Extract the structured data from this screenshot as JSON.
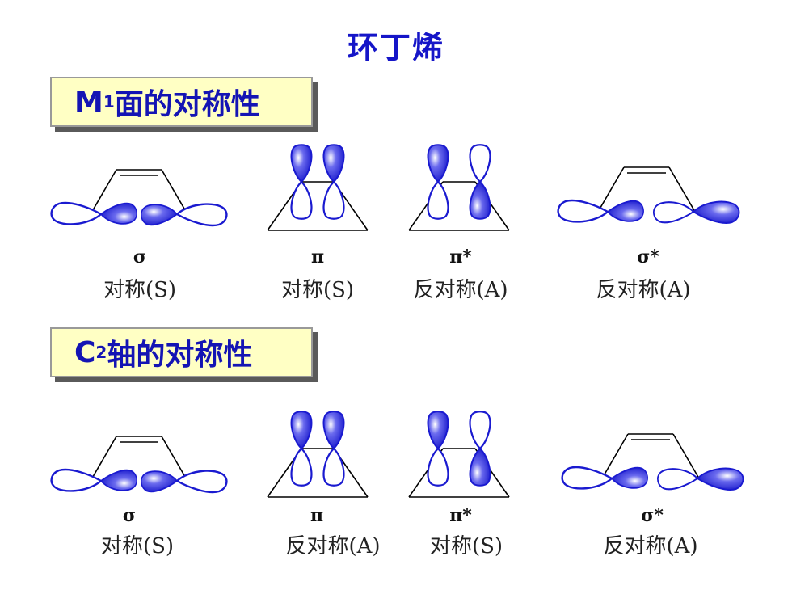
{
  "title": "环丁烯",
  "section1": {
    "heading_main": "M",
    "heading_sub": "1",
    "heading_rest": "面的对称性",
    "items": [
      {
        "symbol": "σ",
        "label": "对称(S)"
      },
      {
        "symbol": "π",
        "label": "对称(S)"
      },
      {
        "symbol": "π*",
        "label": "反对称(A)"
      },
      {
        "symbol": "σ*",
        "label": "反对称(A)"
      }
    ]
  },
  "section2": {
    "heading_main": "C",
    "heading_sub": "2",
    "heading_rest": "轴的对称性",
    "items": [
      {
        "symbol": "σ",
        "label": "对称(S)"
      },
      {
        "symbol": "π",
        "label": "反对称(A)"
      },
      {
        "symbol": "π*",
        "label": "对称(S)"
      },
      {
        "symbol": "σ*",
        "label": "反对称(A)"
      }
    ]
  },
  "colors": {
    "lobe_blue": "#1a1ad0",
    "title_blue": "#1515c8",
    "box_fill": "#ffffc4"
  }
}
